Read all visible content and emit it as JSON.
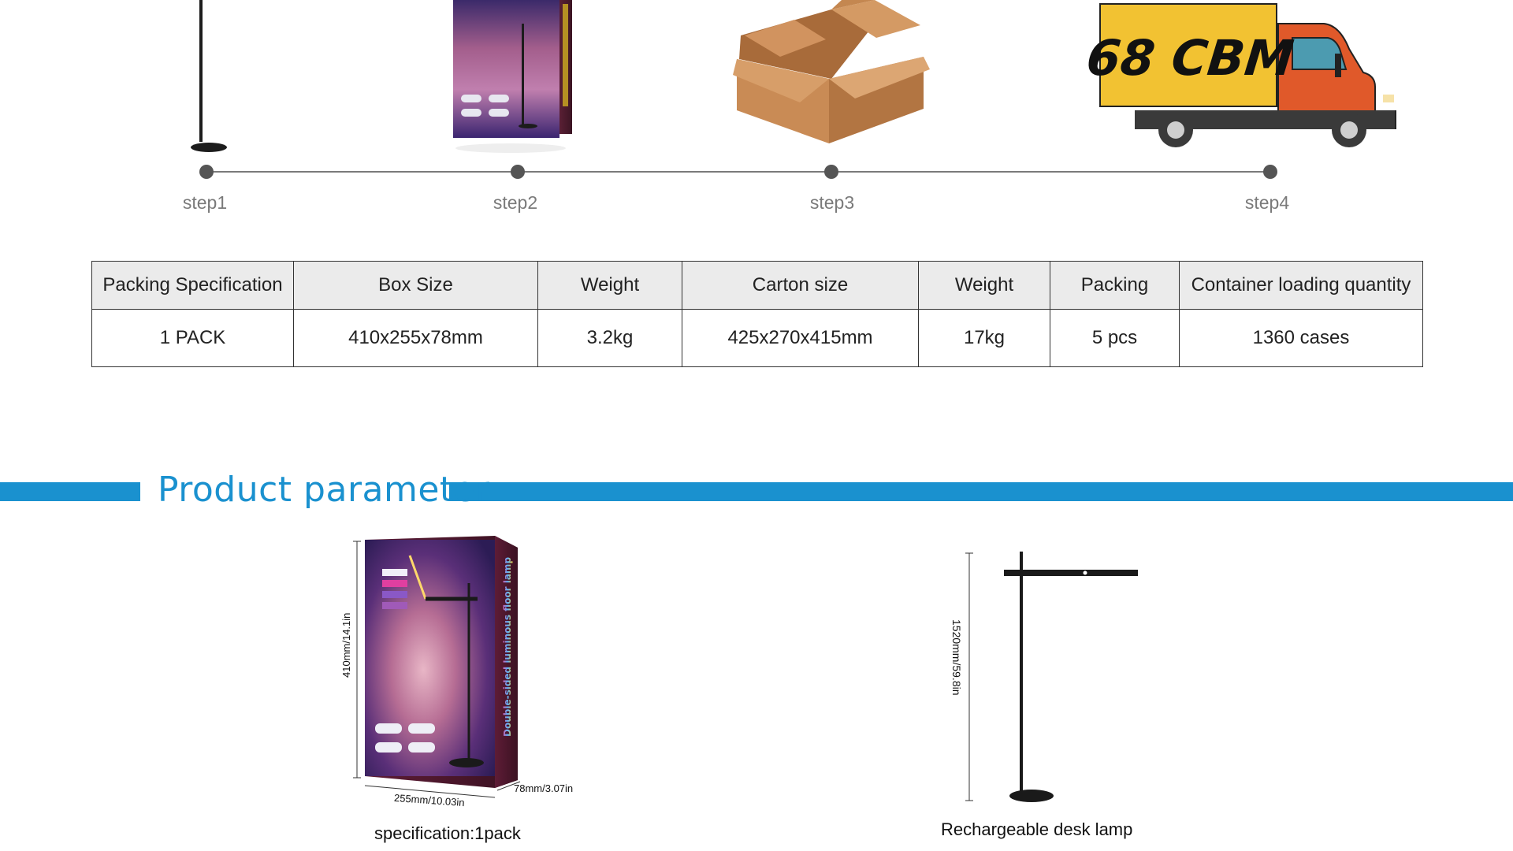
{
  "steps": [
    {
      "label": "step1"
    },
    {
      "label": "step2"
    },
    {
      "label": "step3"
    },
    {
      "label": "step4"
    }
  ],
  "truck": {
    "text": "68 CBM"
  },
  "box_art": {
    "side_text": "Double-sided luminous floor lamp"
  },
  "table": {
    "headers": [
      "Packing Specification",
      "Box Size",
      "Weight",
      "Carton size",
      "Weight",
      "Packing",
      "Container loading quantity"
    ],
    "rows": [
      [
        "1 PACK",
        "410x255x78mm",
        "3.2kg",
        "425x270x415mm",
        "17kg",
        "5 pcs",
        "1360 cases"
      ]
    ]
  },
  "section": {
    "title": "Product parameter"
  },
  "product_box": {
    "height_label": "410mm/14.1in",
    "width_label": "255mm/10.03in",
    "depth_label": "78mm/3.07in",
    "caption": "specification:1pack"
  },
  "lamp": {
    "height_label": "1520mm/59.8in",
    "caption": "Rechargeable desk lamp"
  },
  "colors": {
    "accent": "#1a91cf",
    "truck_cab": "#e0592a",
    "truck_box": "#f2c232",
    "carton": "#c98b55"
  }
}
